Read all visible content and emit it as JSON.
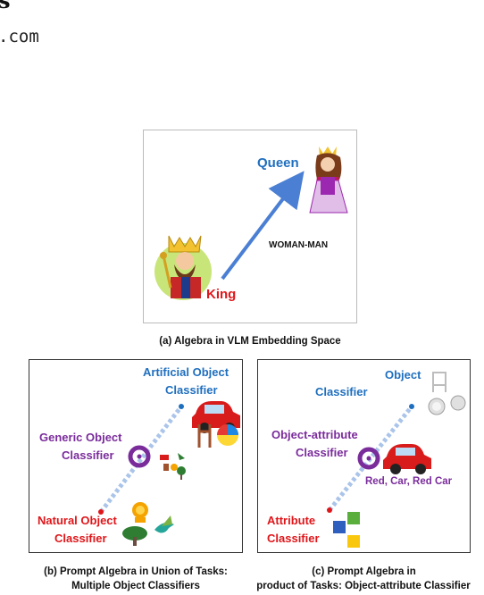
{
  "header": {
    "fragment_top": "s",
    "fragment_domain": ".com"
  },
  "panel_a": {
    "queen_label": "Queen",
    "king_label": "King",
    "vector_label": "WOMAN-MAN",
    "caption": "(a)  Algebra in VLM Embedding Space"
  },
  "panel_b": {
    "artificial_line1": "Artificial Object",
    "artificial_line2": "Classifier",
    "generic_line1": "Generic Object",
    "generic_line2": "Classifier",
    "natural_line1": "Natural Object",
    "natural_line2": "Classifier",
    "caption_line1": "(b) Prompt Algebra in Union of Tasks:",
    "caption_line2": "Multiple Object Classifiers"
  },
  "panel_c": {
    "object_label": "Object",
    "object_classifier": "Classifier",
    "oa_line1": "Object-attribute",
    "oa_line2": "Classifier",
    "oa_examples": "Red, Car, Red Car",
    "attr_line1": "Attribute",
    "attr_line2": "Classifier",
    "caption_line1": "(c) Prompt Algebra in",
    "caption_line2": "product of Tasks:  Object-attribute Classifier"
  },
  "colors": {
    "blue_label": "#1f6fbf",
    "red_label": "#e0161a",
    "purple_label": "#7a2c9b",
    "arrow": "#4a7fd4",
    "dotted_line": "#aac4ea"
  }
}
